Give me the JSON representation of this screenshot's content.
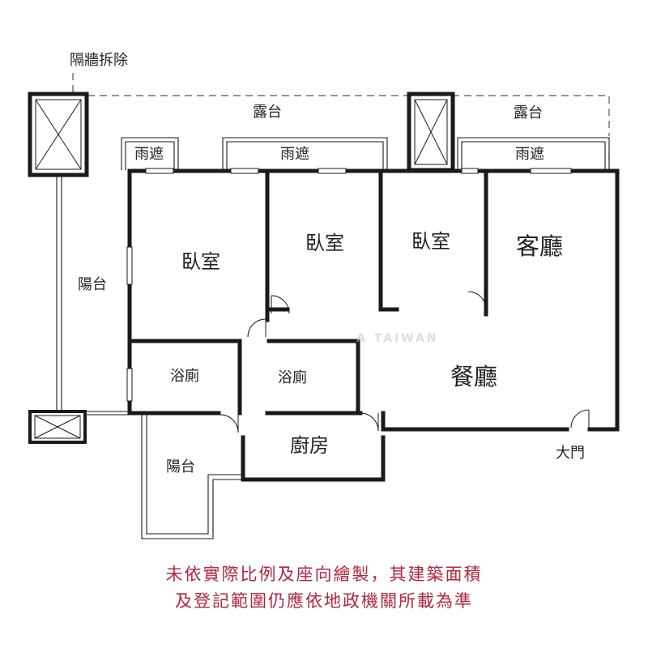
{
  "plan": {
    "annotation_wall_removed": "隔牆拆除",
    "rooms": {
      "terrace_1": "露台",
      "terrace_2": "露台",
      "canopy_1": "雨遮",
      "canopy_2": "雨遮",
      "canopy_3": "雨遮",
      "bedroom_1": "臥室",
      "bedroom_2": "臥室",
      "bedroom_3": "臥室",
      "living_room": "客廳",
      "balcony_1": "陽台",
      "balcony_2": "陽台",
      "bathroom_1": "浴廁",
      "bathroom_2": "浴廁",
      "dining_room": "餐廳",
      "kitchen": "廚房",
      "main_door": "大門"
    },
    "watermark": "A TAIWAN",
    "colors": {
      "wall": "#1a1a1a",
      "notice": "#b0273f",
      "dash": "#555555"
    }
  },
  "notice": {
    "line1": "未依實際比例及座向繪製，其建築面積",
    "line2": "及登記範圍仍應依地政機關所載為準"
  }
}
